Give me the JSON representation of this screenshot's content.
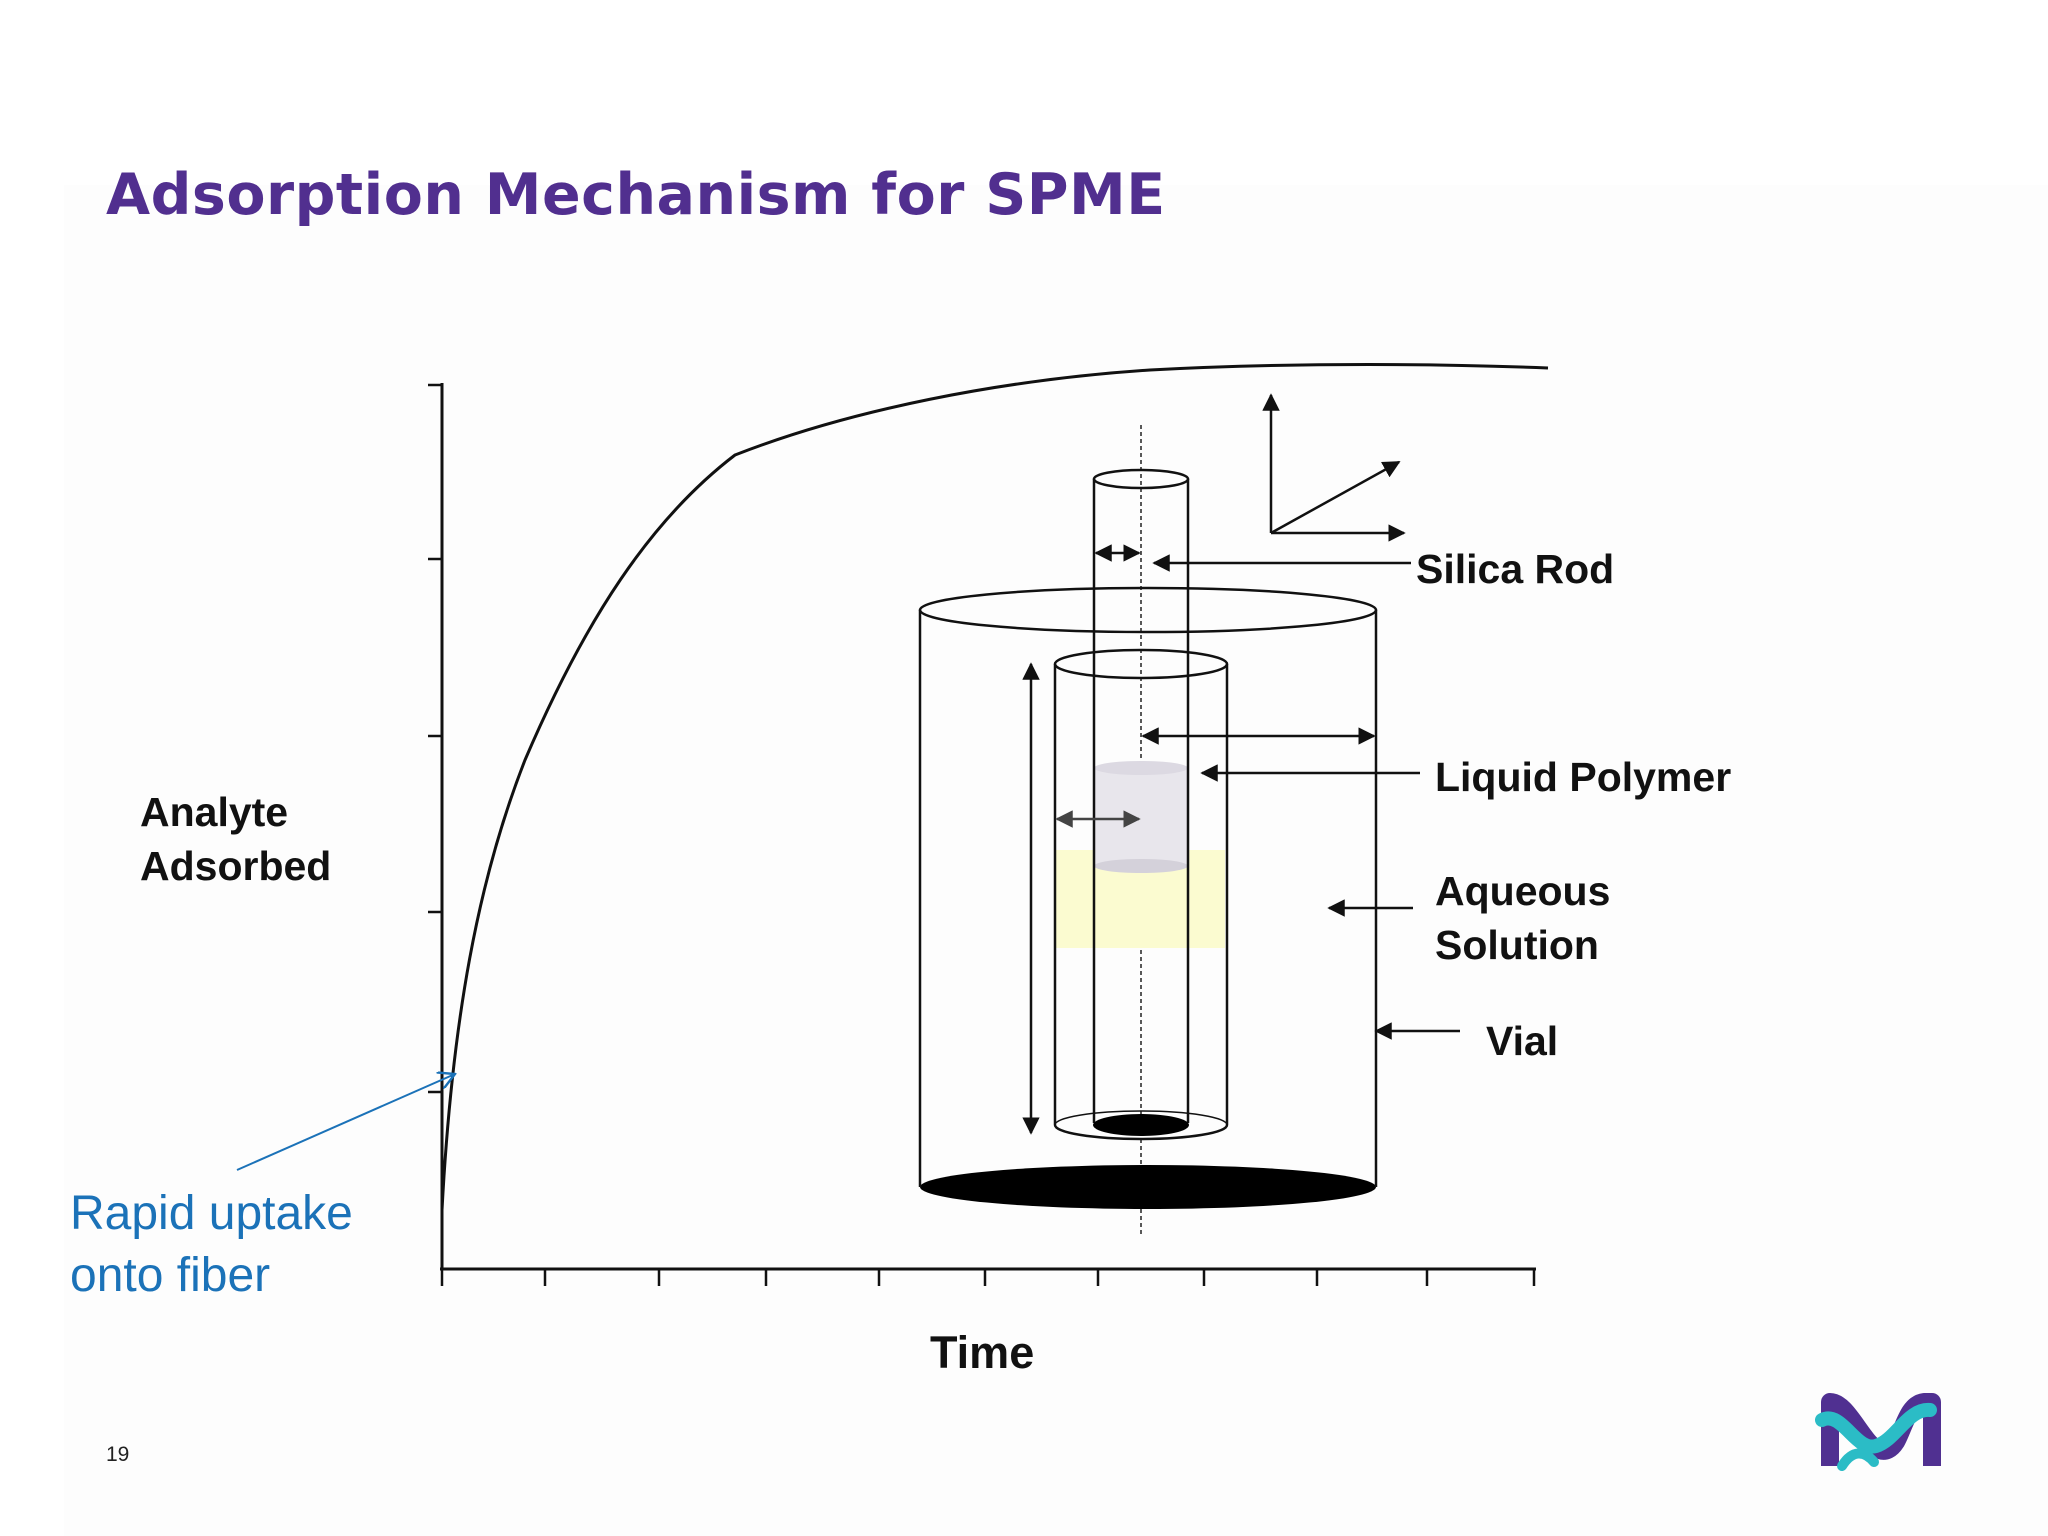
{
  "title": "Adsorption Mechanism for SPME",
  "axes": {
    "y_label_line1": "Analyte",
    "y_label_line2": "Adsorbed",
    "x_label": "Time"
  },
  "labels": {
    "silica_rod": "Silica Rod",
    "liquid_polymer": "Liquid Polymer",
    "aqueous_line1": "Aqueous",
    "aqueous_line2": "Solution",
    "vial": "Vial"
  },
  "annotation": {
    "line1": "Rapid uptake",
    "line2": "onto fiber"
  },
  "page_number": "19",
  "colors": {
    "title": "#512f8f",
    "annotation": "#1b72b8",
    "ink": "#111111",
    "polymer_zone": "#fbfbd0",
    "polymer_slice": "#e8e6ec",
    "logo_purple": "#503091",
    "logo_teal": "#2bbcc6"
  },
  "icons": [
    "brand-logo-icon"
  ]
}
